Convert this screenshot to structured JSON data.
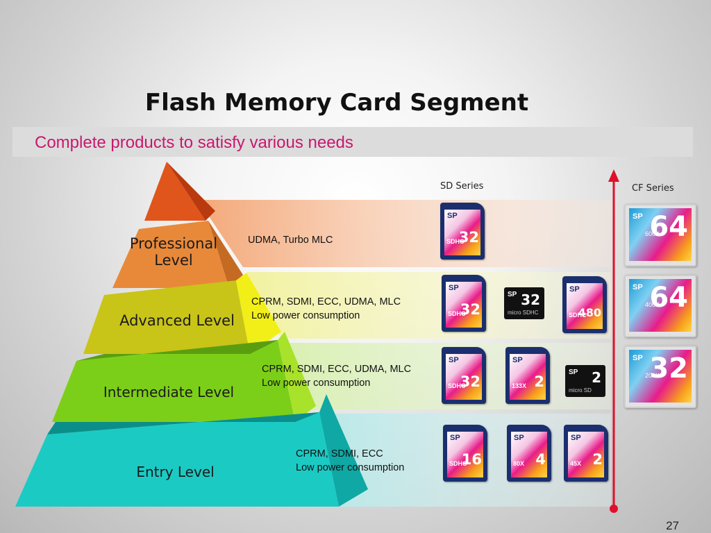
{
  "title": "Flash Memory Card Segment",
  "subtitle": "Complete products to satisfy various needs",
  "page_number": "27",
  "series_labels": {
    "sd": "SD Series",
    "cf": "CF Series"
  },
  "levels": [
    {
      "name": "Professional Level",
      "line1": "Professional",
      "line2": "Level",
      "features_line1": "UDMA, Turbo MLC",
      "features_line2": "",
      "color": "#e8893a"
    },
    {
      "name": "Advanced Level",
      "features_line1": "CPRM, SDMI, ECC, UDMA, MLC",
      "features_line2": "Low power consumption",
      "color": "#d8d81a"
    },
    {
      "name": "Intermediate Level",
      "features_line1": "CPRM, SDMI, ECC, UDMA, MLC",
      "features_line2": "Low power consumption",
      "color": "#8cd21c"
    },
    {
      "name": "Entry Level",
      "features_line1": "CPRM, SDMI, ECC",
      "features_line2": "Low power consumption",
      "color": "#18c8c4"
    }
  ],
  "cards": {
    "sd_pro": {
      "brand": "SP",
      "cap": "32",
      "logo": "SDHC"
    },
    "sd_adv1": {
      "brand": "SP",
      "cap": "32",
      "logo": "SDHC"
    },
    "micro_adv": {
      "brand": "SP",
      "cap": "32",
      "sub": "micro SDHC"
    },
    "sd_adv2": {
      "brand": "SP",
      "cap": "480",
      "logo": "SDHC"
    },
    "sd_int1": {
      "brand": "SP",
      "cap": "32",
      "logo": "SDHC"
    },
    "sd_int2": {
      "brand": "SP",
      "cap": "2",
      "logo": "133X"
    },
    "micro_int": {
      "brand": "SP",
      "cap": "2",
      "sub": "micro SD"
    },
    "sd_entry1": {
      "brand": "SP",
      "cap": "16",
      "logo": "SDHC"
    },
    "sd_entry2": {
      "brand": "SP",
      "cap": "4",
      "logo": "80X"
    },
    "sd_entry3": {
      "brand": "SP",
      "cap": "2",
      "logo": "45X"
    },
    "cf1": {
      "brand": "SP",
      "cap": "64",
      "speed": "600X"
    },
    "cf2": {
      "brand": "SP",
      "cap": "64",
      "speed": "400X"
    },
    "cf3": {
      "brand": "SP",
      "cap": "32",
      "speed": "200X"
    }
  },
  "colors": {
    "subtitle": "#c8186e",
    "arrow": "#e0102a"
  }
}
